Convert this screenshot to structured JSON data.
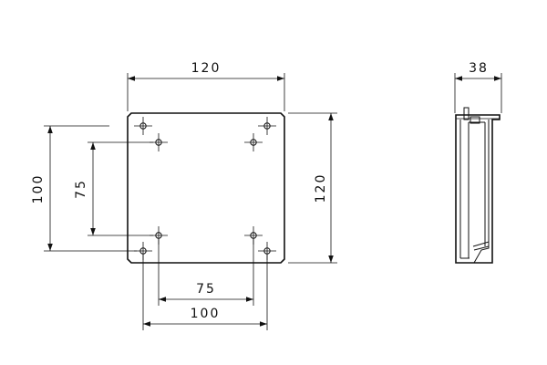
{
  "front_view": {
    "dimensions": {
      "overall_width": "120",
      "overall_height": "120",
      "hole_spacing_large_horizontal": "100",
      "hole_spacing_small_horizontal": "75",
      "hole_spacing_large_vertical": "100",
      "hole_spacing_small_vertical": "75"
    }
  },
  "side_view": {
    "dimensions": {
      "depth": "38"
    }
  },
  "colors": {
    "line": "#111111",
    "background": "#ffffff"
  }
}
